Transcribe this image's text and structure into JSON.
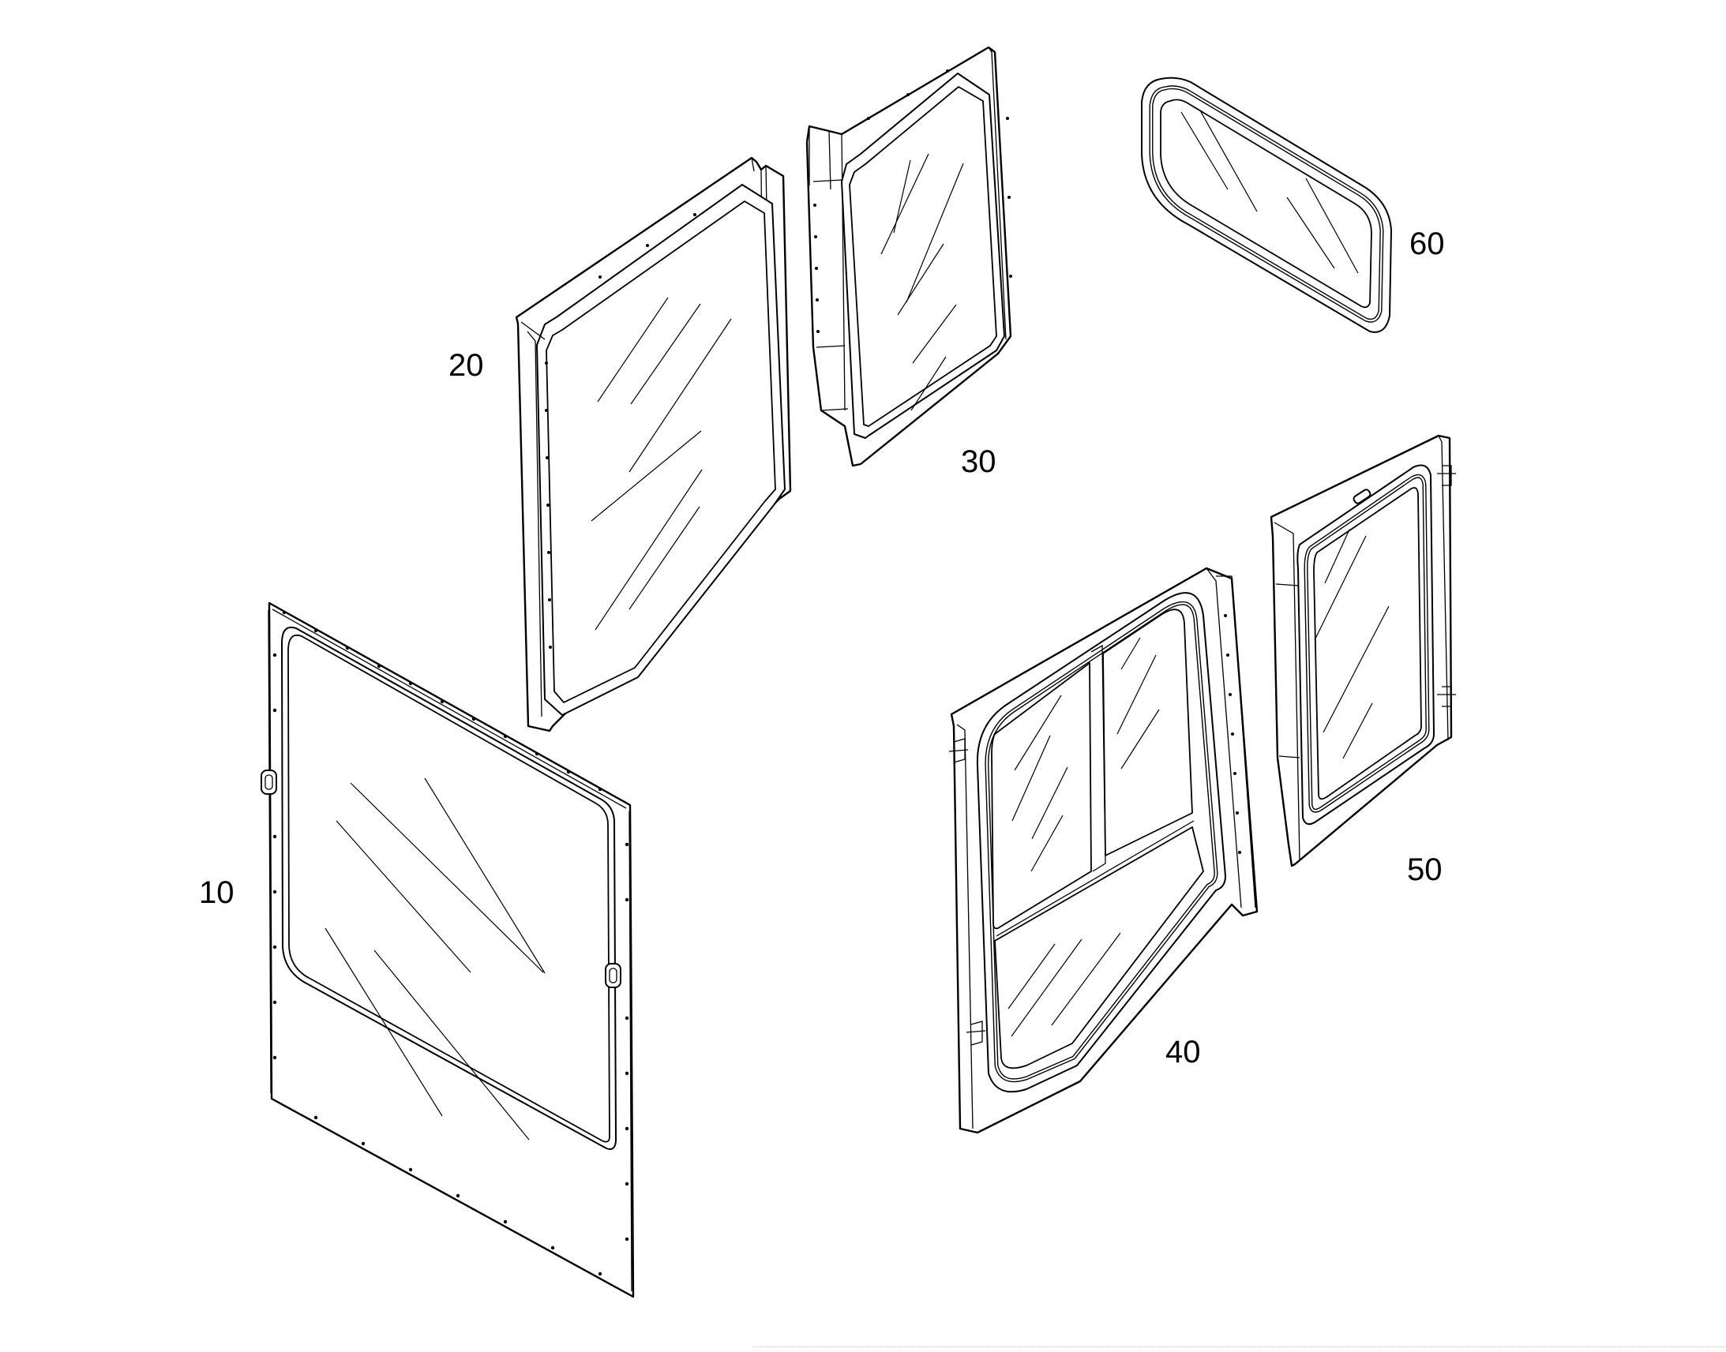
{
  "diagram": {
    "type": "exploded parts view",
    "parts": [
      {
        "id": "10",
        "label": "10",
        "icon": "front-windshield-panel"
      },
      {
        "id": "20",
        "label": "20",
        "icon": "left-side-glass-panel"
      },
      {
        "id": "30",
        "label": "30",
        "icon": "rear-left-glass-panel"
      },
      {
        "id": "40",
        "label": "40",
        "icon": "door-window-assembly"
      },
      {
        "id": "50",
        "label": "50",
        "icon": "rear-right-glass-panel"
      },
      {
        "id": "60",
        "label": "60",
        "icon": "roof-glass-panel"
      }
    ],
    "colors": {
      "line": "#000000",
      "background": "#ffffff"
    }
  }
}
